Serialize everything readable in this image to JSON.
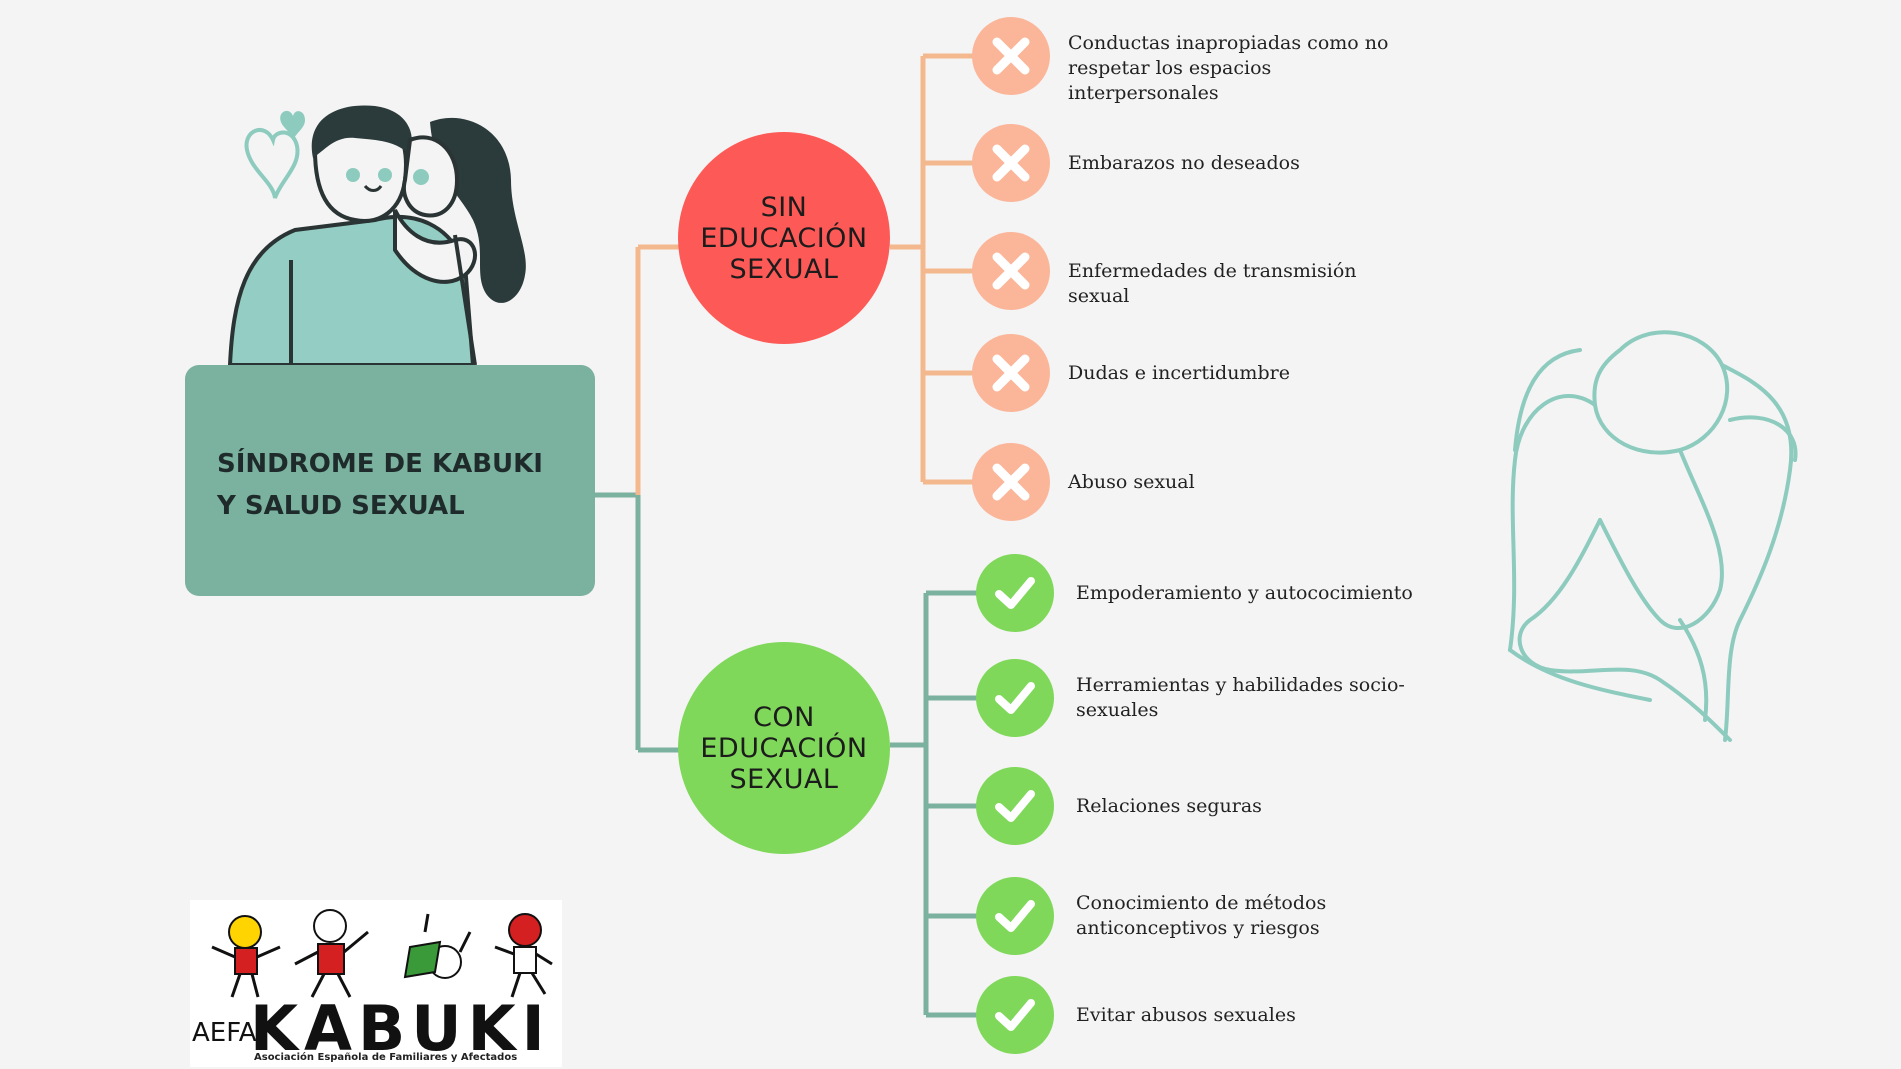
{
  "title": "SÍNDROME DE KABUKI\nY SALUD SEXUAL",
  "sin": {
    "label": "SIN\nEDUCACIÓN\nSEXUAL",
    "color": "#fd5a57",
    "icon_color": "#fbb69a",
    "line_color": "#f3b88e",
    "icon": "cross-icon",
    "items": [
      "Conductas inapropiadas como no\nrespetar los espacios interpersonales",
      "Embarazos no deseados",
      "Enfermedades de transmisión sexual",
      "Dudas e incertidumbre",
      "Abuso sexual"
    ]
  },
  "con": {
    "label": "CON\nEDUCACIÓN\nSEXUAL",
    "color": "#7fd85a",
    "icon_color": "#7fd85a",
    "line_color": "#7bb19f",
    "icon": "check-icon",
    "items": [
      "Empoderamiento y autococimiento",
      "Herramientas y habilidades socio-\nsexuales",
      "Relaciones seguras",
      "Conocimiento de métodos\nanticonceptivos y riesgos",
      "Evitar abusos sexuales"
    ]
  },
  "logo": {
    "aefa": "AEFA",
    "kabuki": "KABUKI",
    "subtitle": "Asociación Española de Familiares y Afectados"
  }
}
